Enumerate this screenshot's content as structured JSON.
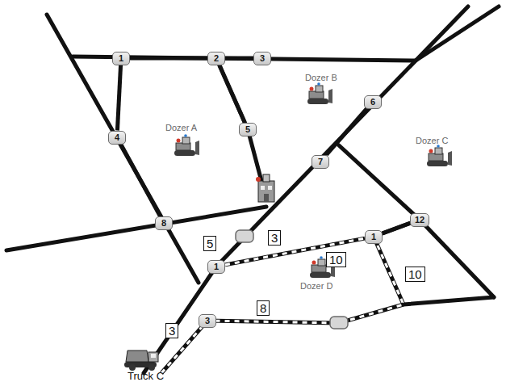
{
  "diagram": {
    "nodes": [
      {
        "text": [
          "1"
        ]
      },
      {
        "text": [
          "2"
        ]
      },
      {
        "text": [
          "3"
        ]
      },
      {
        "text": [
          "6"
        ]
      },
      {
        "text": [
          "4"
        ]
      },
      {
        "text": [
          "5"
        ]
      },
      {
        "text": [
          "7"
        ]
      },
      {
        "text": [
          "12"
        ]
      },
      {
        "text": [
          "8"
        ]
      },
      {
        "text": [
          "1"
        ]
      },
      {
        "text": [
          "1"
        ]
      },
      {
        "text": [
          "3"
        ]
      }
    ],
    "edges": [
      {
        "from": 0,
        "to": 1,
        "arrow": "none"
      },
      {
        "from": 1,
        "to": 2,
        "arrow": "none"
      },
      {
        "from": 0,
        "to": 4,
        "arrow": "none"
      },
      {
        "from": 4,
        "to": 8,
        "arrow": "none"
      },
      {
        "from": 1,
        "to": 5,
        "arrow": "none"
      },
      {
        "from": 3,
        "to": 6,
        "arrow": "none"
      },
      {
        "from": 7,
        "to": 9,
        "arrow": "none"
      },
      {
        "from": 10,
        "to": 9,
        "arrow": "none"
      }
    ],
    "labels": [
      "Dozer A",
      "Dozer B",
      "Dozer C",
      "Dozer D",
      "Truck C",
      "5",
      "3",
      "10",
      "10",
      "8",
      "3"
    ]
  }
}
